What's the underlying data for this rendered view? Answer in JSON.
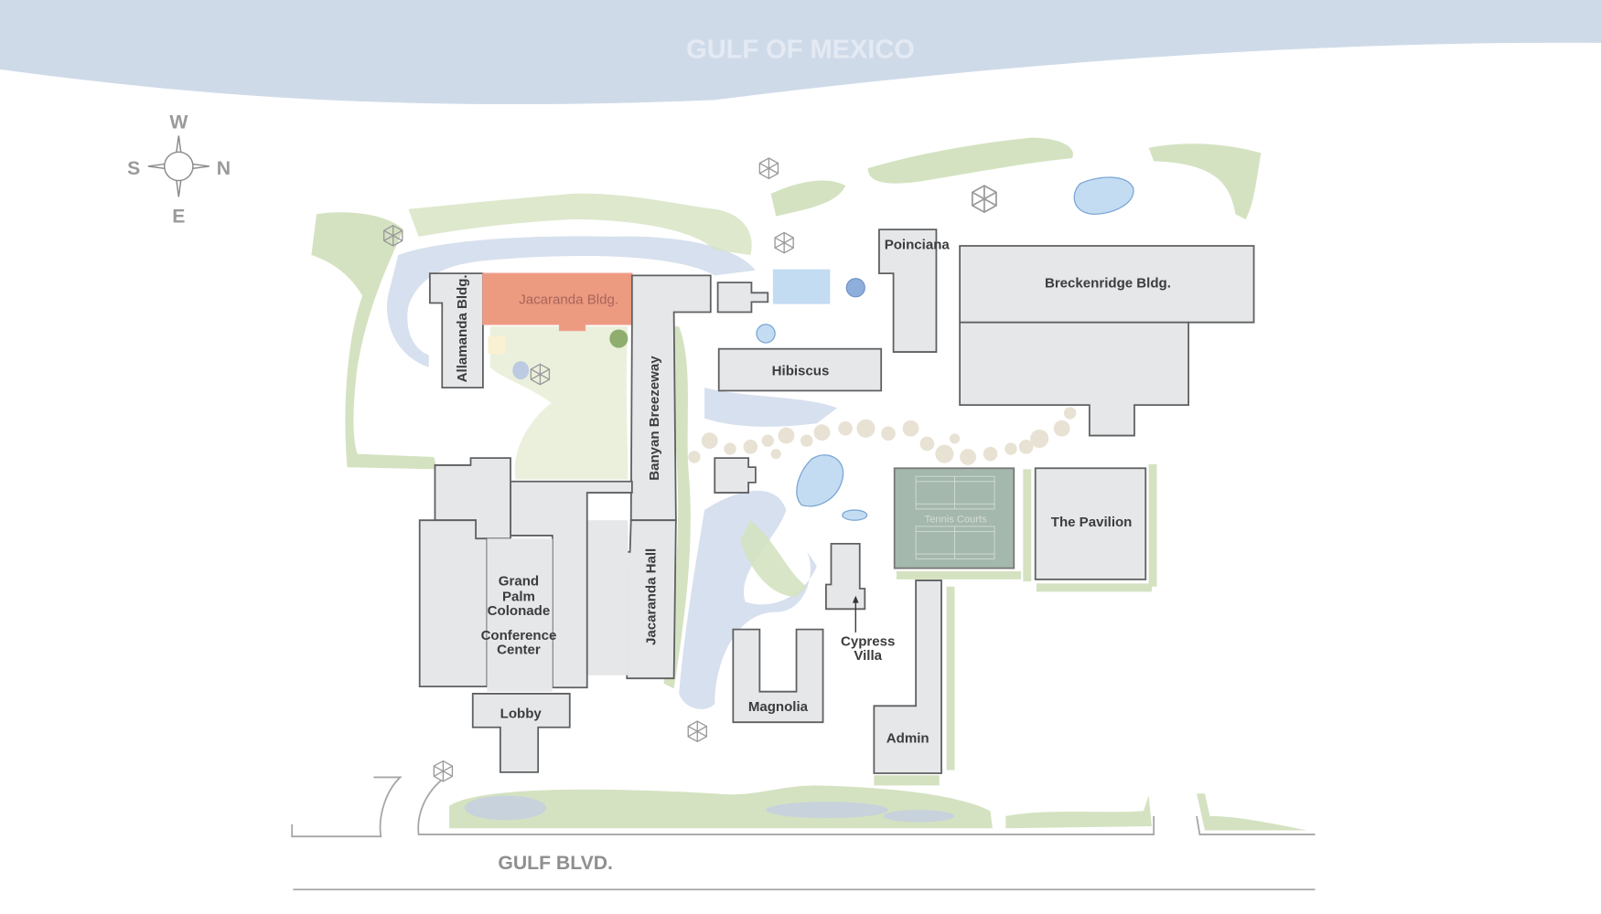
{
  "map": {
    "water_label": "GULF OF MEXICO",
    "road_label": "GULF BLVD.",
    "compass": {
      "top": "W",
      "left": "S",
      "right": "N",
      "bottom": "E"
    },
    "buildings": {
      "allamanda": "Allamanda Bldg.",
      "jacaranda_bldg": "Jacaranda Bldg.",
      "banyan": "Banyan Breezeway",
      "jacaranda_hall": "Jacaranda Hall",
      "grand_palm_1": "Grand",
      "grand_palm_2": "Palm",
      "grand_palm_3": "Colonade",
      "conference_1": "Conference",
      "conference_2": "Center",
      "lobby": "Lobby",
      "poinciana": "Poinciana",
      "breckenridge": "Breckenridge Bldg.",
      "hibiscus": "Hibiscus",
      "pavilion": "The Pavilion",
      "tennis": "Tennis Courts",
      "cypress_1": "Cypress",
      "cypress_2": "Villa",
      "magnolia": "Magnolia",
      "admin": "Admin"
    },
    "selected_building": "Jacaranda Bldg.",
    "colors": {
      "highlight": "#ec9a80",
      "water": "#cfdae9",
      "building": "#e6e7e9",
      "courts": "#a4b8ad"
    }
  }
}
